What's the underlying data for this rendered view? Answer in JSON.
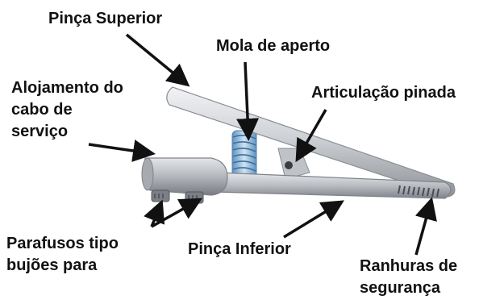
{
  "labels": {
    "upper_jaw": "Pinça Superior",
    "spring": "Mola de aperto",
    "cable_housing": [
      "Alojamento do",
      "cabo de",
      "serviço"
    ],
    "hinge": "Articulação pinada",
    "screws": [
      "Parafusos tipo",
      "bujões para"
    ],
    "lower_jaw": "Pinça Inferior",
    "serrations": [
      "Ranhuras de",
      "segurança"
    ]
  },
  "colors": {
    "text": "#111111",
    "arrow": "#111111",
    "metal": "#c9ccd0",
    "spring": "#7fb0d8"
  }
}
